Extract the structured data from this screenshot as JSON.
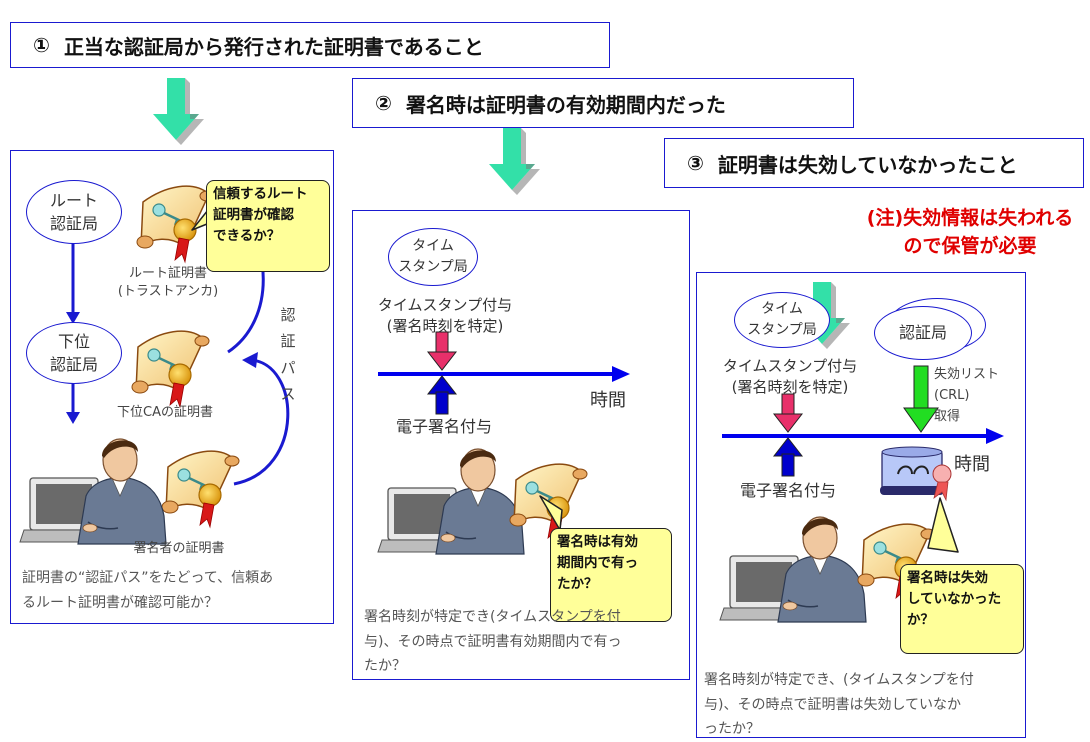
{
  "headers": {
    "h1": {
      "num": "①",
      "text": "正当な認証局から発行された証明書であること"
    },
    "h2": {
      "num": "②",
      "text": "署名時は証明書の有効期間内だった"
    },
    "h3": {
      "num": "③",
      "text": "証明書は失効していなかったこと"
    }
  },
  "note": {
    "line1": "(注)失効情報は失われる",
    "line2": "ので保管が必要"
  },
  "panel1": {
    "root_ca": {
      "line1": "ルート",
      "line2": "認証局"
    },
    "sub_ca": {
      "line1": "下位",
      "line2": "認証局"
    },
    "root_cert": {
      "line1": "ルート証明書",
      "line2": "(トラストアンカ)"
    },
    "sub_cert": "下位CAの証明書",
    "signer_cert": "署名者の証明書",
    "cert_path": [
      "認",
      "証",
      "パ",
      "ス"
    ],
    "bubble": {
      "line1": "信頼するルート",
      "line2": "証明書が確認",
      "line3": "できるか？"
    },
    "caption": {
      "line1": "証明書の“認証パス”をたどって、信頼あ",
      "line2": "るルート証明書が確認可能か？"
    }
  },
  "panel2": {
    "tsa": {
      "line1": "タイム",
      "line2": "スタンプ局"
    },
    "ts_label": {
      "line1": "タイムスタンプ付与",
      "line2": "(署名時刻を特定)"
    },
    "time": "時間",
    "sign_label": "電子署名付与",
    "bubble": {
      "line1": "署名時は有効",
      "line2": "期間内で有っ",
      "line3": "たか？"
    },
    "caption": {
      "line1": "署名時刻が特定でき(タイムスタンプを付",
      "line2": "与)、その時点で証明書有効期間内で有っ",
      "line3": "たか？"
    }
  },
  "panel3": {
    "tsa": {
      "line1": "タイム",
      "line2": "スタンプ局"
    },
    "ca": "認証局",
    "ts_label": {
      "line1": "タイムスタンプ付与",
      "line2": "(署名時刻を特定)"
    },
    "crl": {
      "line1": "失効リスト",
      "line2": "(CRL)",
      "line3": "取得"
    },
    "time": "時間",
    "sign_label": "電子署名付与",
    "bubble": {
      "line1": "署名時は失効",
      "line2": "していなかった",
      "line3": "か？"
    },
    "caption": {
      "line1": "署名時刻が特定でき、(タイムスタンプを付",
      "line2": "与)、その時点で証明書は失効していなか",
      "line3": "ったか？"
    }
  },
  "colors": {
    "border": "#1a1ad0",
    "arrow_green": "#33e0a8",
    "bubble": "#ffff99",
    "red": "#e00000",
    "axis": "#0000ee"
  }
}
